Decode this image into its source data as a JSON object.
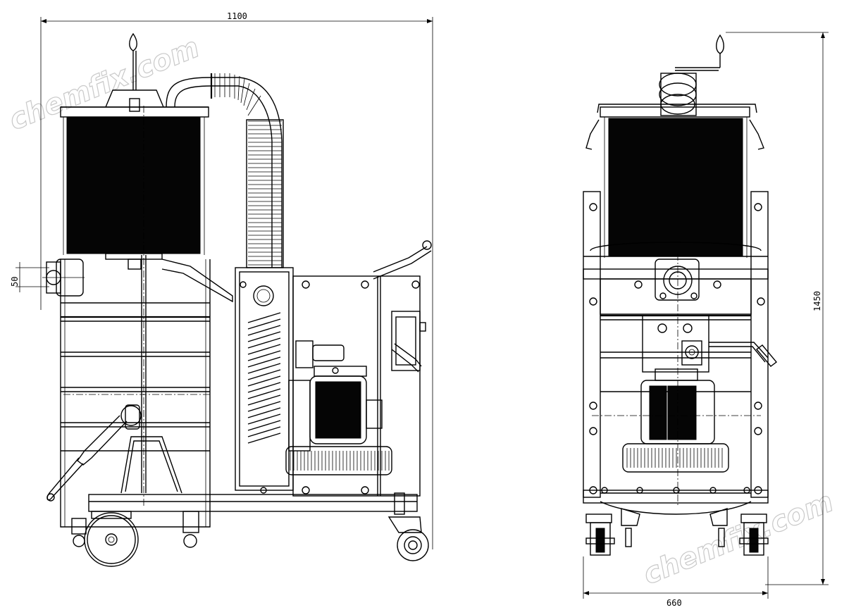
{
  "dimensions": {
    "side_width": "1100",
    "side_inlet": "50",
    "front_height": "1450",
    "front_width": "660"
  },
  "watermark": "chemfix.com"
}
